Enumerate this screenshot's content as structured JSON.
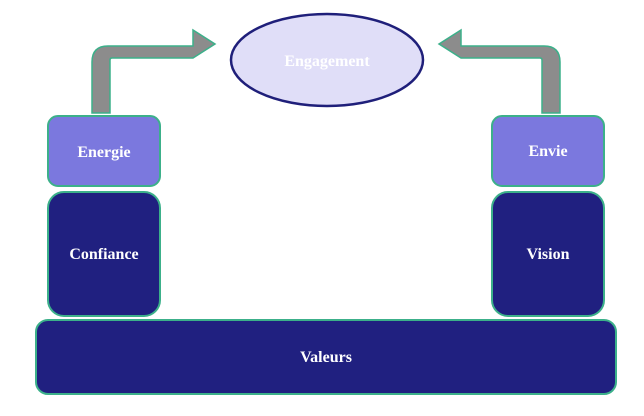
{
  "diagram": {
    "engagement": {
      "label": "Engagement",
      "fill": "#E0DEF8",
      "text_color": "#FFFFFF",
      "stroke": "#1F1F7A"
    },
    "energie": {
      "label": "Energie",
      "fill": "#7B78DE",
      "text_color": "#FFFFFF"
    },
    "envie": {
      "label": "Envie",
      "fill": "#7B78DE",
      "text_color": "#FFFFFF"
    },
    "confiance": {
      "label": "Confiance",
      "fill": "#202080",
      "text_color": "#FFFFFF"
    },
    "vision": {
      "label": "Vision",
      "fill": "#202080",
      "text_color": "#FFFFFF"
    },
    "valeurs": {
      "label": "Valeurs",
      "fill": "#202080",
      "text_color": "#FFFFFF"
    },
    "box_border": "#3CB08A",
    "arrow": {
      "fill": "#8C8C8C",
      "stroke": "#3CB08A"
    }
  }
}
